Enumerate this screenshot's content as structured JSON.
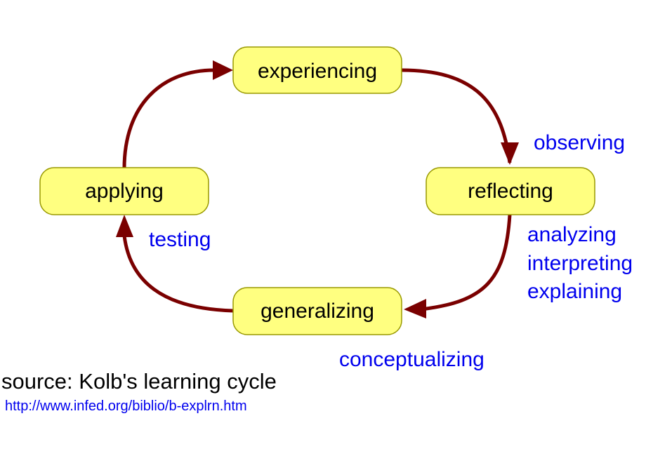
{
  "diagram": {
    "nodes": {
      "experiencing": "experiencing",
      "reflecting": "reflecting",
      "generalizing": "generalizing",
      "applying": "applying"
    },
    "activities": {
      "observing": "observing",
      "analyzing": "analyzing",
      "interpreting": "interpreting",
      "explaining": "explaining",
      "conceptualizing": "conceptualizing",
      "testing": "testing"
    },
    "colors": {
      "node_fill": "#ffff80",
      "node_border": "#999900",
      "arrow": "#7a0000",
      "activity_text": "#0000ee"
    }
  },
  "source": {
    "title": "source: Kolb's learning cycle",
    "url": "http://www.infed.org/biblio/b-explrn.htm"
  }
}
